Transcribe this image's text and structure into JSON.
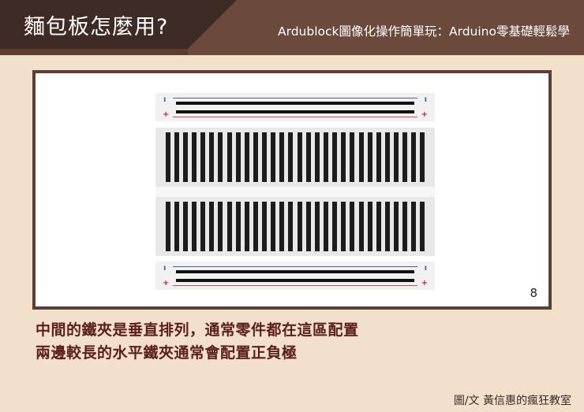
{
  "header": {
    "title": "麵包板怎麼用?",
    "subtitle": "Ardublock圖像化操作簡單玩：Arduino零基礎輕鬆學"
  },
  "figure": {
    "rail_minus_symbol": "ı",
    "rail_plus_symbol": "+",
    "slide_number": "8"
  },
  "caption": {
    "line1": "中間的鐵夾是垂直排列，通常零件都在這區配置",
    "line2": "兩邊較長的水平鐵夾通常會配置正負極"
  },
  "footer": {
    "credit": "圖/文  黃信惠的瘋狂教室"
  },
  "colors": {
    "header_dark": "#3f2b25",
    "header_bar": "#6b4a3d",
    "background": "#f2e0cb",
    "caption_text": "#5b1f1a",
    "rail_blue": "#4a5fa8",
    "rail_red": "#cc4d5e"
  }
}
